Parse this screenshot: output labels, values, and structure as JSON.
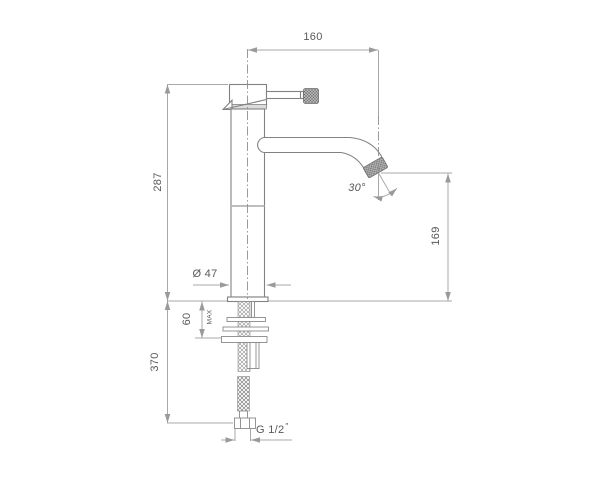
{
  "drawing": {
    "description": "Technical dimension drawing of a tall single-lever basin mixer tap, side view",
    "colors": {
      "outline": "#828282",
      "dimension_lines": "#a8a8a8",
      "text": "#595959",
      "knurl_fill": "#b3b3b3"
    },
    "dimensions": {
      "spout_reach": "160",
      "deck_to_top_height": "287",
      "total_height": "370",
      "mount_thickness": "60",
      "mount_thickness_note": "MAX",
      "body_diameter": "Ø 47",
      "outlet_angle": "30°",
      "outlet_height": "169",
      "thread": "G 1/2",
      "thread_inch_mark": "″"
    }
  }
}
